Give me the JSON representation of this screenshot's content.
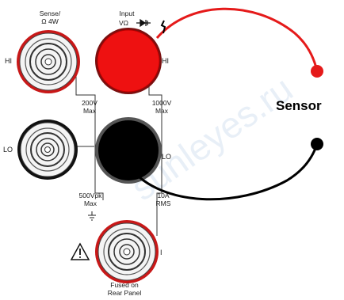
{
  "diagram": {
    "sense": {
      "line1": "Sense/",
      "line2": "Ω 4W"
    },
    "input": {
      "line1": "Input",
      "line2": "VΩ"
    },
    "hi_left": "HI",
    "hi_right": "HI",
    "lo_left": "LO",
    "lo_right": "LO",
    "rating_left": {
      "line1": "200V",
      "line2": "Max"
    },
    "rating_right": {
      "line1": "1000V",
      "line2": "Max"
    },
    "rating_bottom_left": {
      "line1": "500Vpk",
      "line2": "Max"
    },
    "rating_bottom_right": {
      "line1": "10A",
      "line2": "RMS"
    },
    "current_label": "I",
    "fused": {
      "line1": "Fused on",
      "line2": "Rear Panel"
    },
    "sensor_label": "Sensor",
    "colors": {
      "red": "#ee1111",
      "red_lead": "#e51a1a",
      "black": "#000000",
      "ring_dark_red": "#7a1010",
      "panel_line": "#333333"
    },
    "watermark": "sunleyes.ru"
  }
}
